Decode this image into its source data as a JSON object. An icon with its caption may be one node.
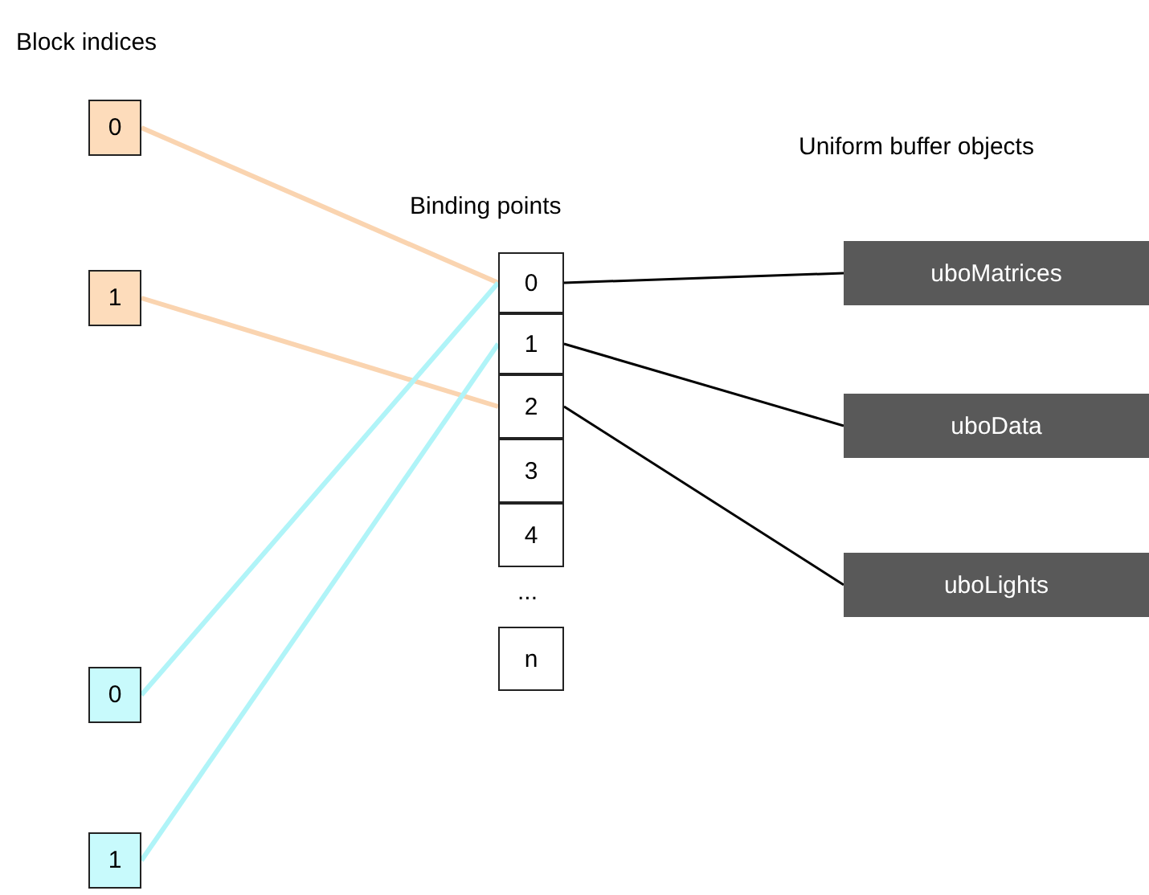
{
  "diagram": {
    "nodes": [
      {
        "text": [
          "0"
        ]
      },
      {
        "text": [
          "1"
        ]
      },
      {
        "text": [
          "0"
        ]
      },
      {
        "text": [
          "1"
        ]
      },
      {
        "text": [
          "0"
        ]
      },
      {
        "text": [
          "1"
        ]
      },
      {
        "text": [
          "2"
        ]
      },
      {
        "text": [
          "3"
        ]
      },
      {
        "text": [
          "4"
        ]
      },
      {
        "text": [
          "n"
        ]
      },
      {
        "text": [
          "uboMatrices"
        ]
      },
      {
        "text": [
          "uboData"
        ]
      },
      {
        "text": [
          "uboLights"
        ]
      }
    ],
    "edges": [
      {
        "from": 0,
        "to": 4,
        "arrow": "none",
        "color": "#fad4b0"
      },
      {
        "from": 1,
        "to": 6,
        "arrow": "none",
        "color": "#fad4b0"
      },
      {
        "from": 2,
        "to": 4,
        "arrow": "none",
        "color": "#b0f4f8"
      },
      {
        "from": 3,
        "to": 5,
        "arrow": "none",
        "color": "#b0f4f8"
      },
      {
        "from": 4,
        "to": 10,
        "arrow": "none"
      },
      {
        "from": 5,
        "to": 11,
        "arrow": "none"
      },
      {
        "from": 6,
        "to": 12,
        "arrow": "none"
      }
    ],
    "labels": [
      "Block indices",
      "Uniform buffer objects",
      "Binding points",
      "..."
    ]
  }
}
